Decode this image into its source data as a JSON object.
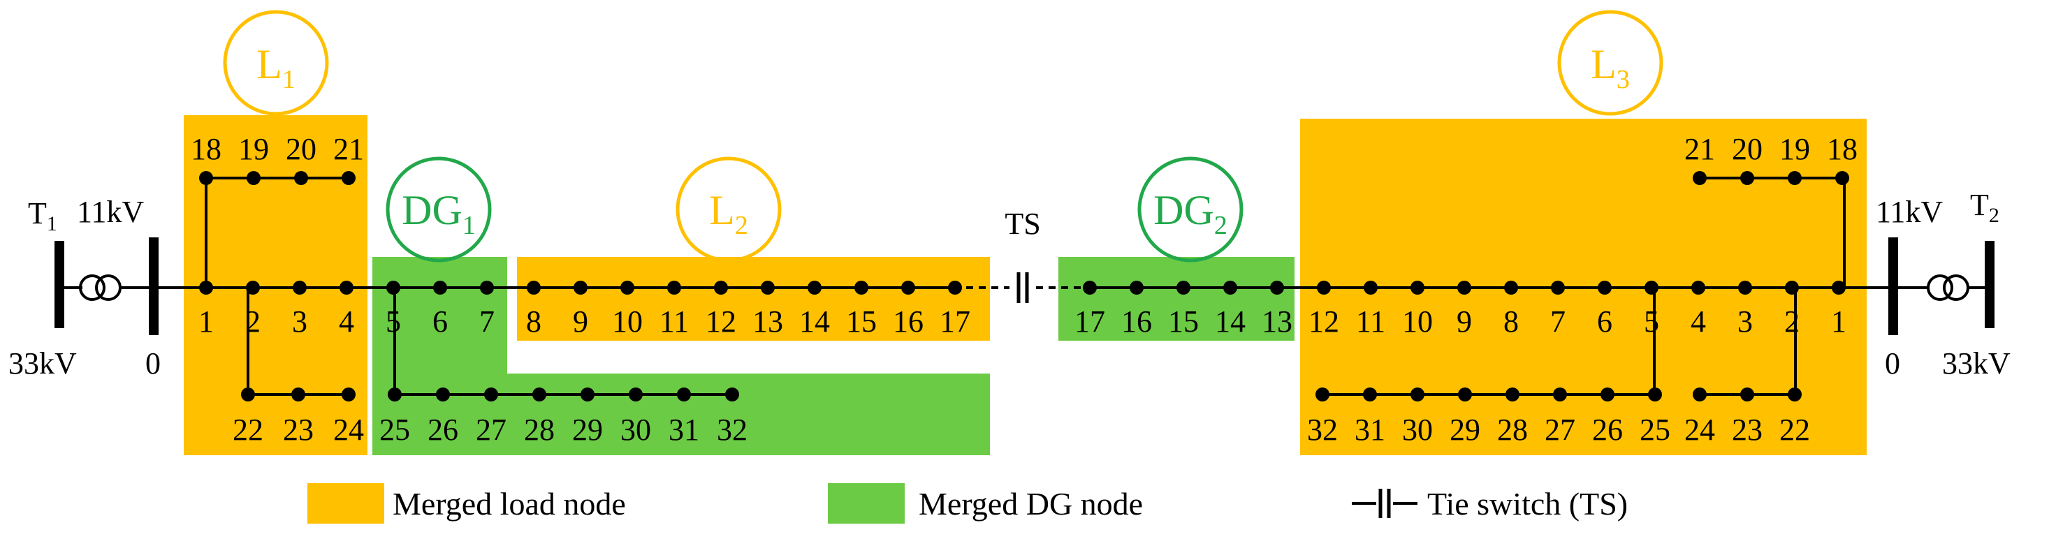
{
  "colors": {
    "load": "#FFC000",
    "dg": "#6CCB45",
    "line": "#000000",
    "load_circle": "#FFC000",
    "dg_circle": "#22A84A"
  },
  "feeder1": {
    "transformer_label": "T",
    "transformer_sub": "1",
    "hv_label": "33kV",
    "lv_label": "11kV",
    "bus_label": "0",
    "main_nodes": [
      "1",
      "2",
      "3",
      "4",
      "5",
      "6",
      "7",
      "8",
      "9",
      "10",
      "11",
      "12",
      "13",
      "14",
      "15",
      "16",
      "17"
    ],
    "upper_branch": [
      "18",
      "19",
      "20",
      "21"
    ],
    "lower_branch_a": [
      "22",
      "23",
      "24"
    ],
    "lower_branch_b": [
      "25",
      "26",
      "27",
      "28",
      "29",
      "30",
      "31",
      "32"
    ]
  },
  "feeder2": {
    "transformer_label": "T",
    "transformer_sub": "2",
    "hv_label": "33kV",
    "lv_label": "11kV",
    "bus_label": "0",
    "main_nodes": [
      "17",
      "16",
      "15",
      "14",
      "13",
      "12",
      "11",
      "10",
      "9",
      "8",
      "7",
      "6",
      "5",
      "4",
      "3",
      "2",
      "1"
    ],
    "upper_branch": [
      "21",
      "20",
      "19",
      "18"
    ],
    "lower_branch_a": [
      "32",
      "31",
      "30",
      "29",
      "28",
      "27",
      "26",
      "25"
    ],
    "lower_branch_b": [
      "24",
      "23",
      "22"
    ]
  },
  "tie_switch_label": "TS",
  "circles": {
    "L1": {
      "main": "L",
      "sub": "1"
    },
    "DG1": {
      "main": "DG",
      "sub": "1"
    },
    "L2": {
      "main": "L",
      "sub": "2"
    },
    "DG2": {
      "main": "DG",
      "sub": "2"
    },
    "L3": {
      "main": "L",
      "sub": "3"
    }
  },
  "legend": {
    "load_label": "Merged load node",
    "dg_label": "Merged DG node",
    "ts_label": "Tie switch (TS)"
  }
}
